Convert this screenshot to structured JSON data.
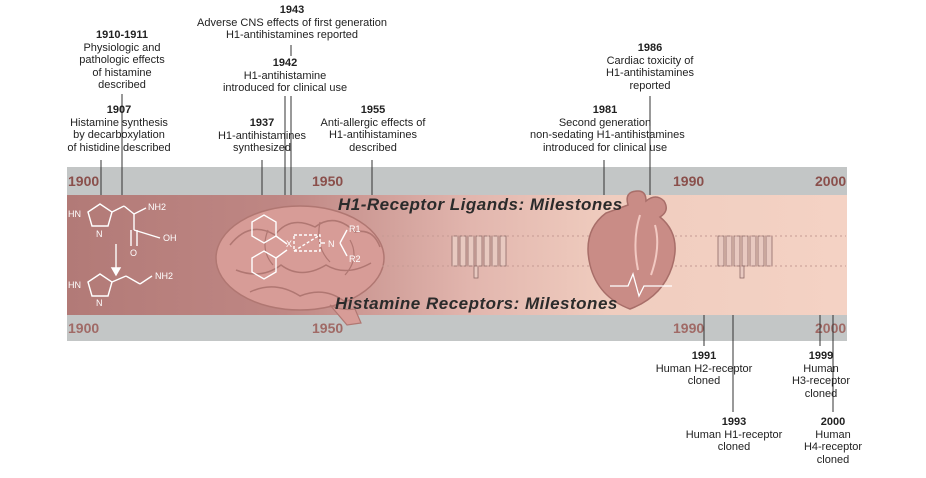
{
  "titles": {
    "ligands": "H1-Receptor Ligands: Milestones",
    "receptors": "Histamine Receptors: Milestones"
  },
  "axis": {
    "top": [
      "1900",
      "1950",
      "1990",
      "2000"
    ],
    "bottom": [
      "1900",
      "1950",
      "1990",
      "2000"
    ]
  },
  "molecules": {
    "histidine": {
      "nh": "HN",
      "n": "N",
      "nh2": "NH2",
      "oh": "OH",
      "o": "O"
    },
    "histamine": {
      "nh": "HN",
      "n": "N",
      "nh2": "NH2"
    },
    "antihistamine": {
      "x": "X",
      "n": "N",
      "r1": "R1",
      "r2": "R2"
    }
  },
  "events_top": [
    {
      "year": "1910-1911",
      "text": "Physiologic and\npathologic effects\nof histamine\ndescribed"
    },
    {
      "year": "1907",
      "text": "Histamine synthesis\nby decarboxylation\nof histidine described"
    },
    {
      "year": "1943",
      "text": "Adverse CNS effects of first generation\nH1-antihistamines reported"
    },
    {
      "year": "1942",
      "text": "H1-antihistamine\nintroduced for clinical use"
    },
    {
      "year": "1937",
      "text": "H1-antihistamines\nsynthesized"
    },
    {
      "year": "1955",
      "text": "Anti-allergic effects of\nH1-antihistamines\ndescribed"
    },
    {
      "year": "1986",
      "text": "Cardiac toxicity of\nH1-antihistamines\nreported"
    },
    {
      "year": "1981",
      "text": "Second generation\nnon-sedating H1-antihistamines\nintroduced for clinical use"
    }
  ],
  "events_bottom": [
    {
      "year": "1991",
      "text": "Human H2-receptor\ncloned"
    },
    {
      "year": "1993",
      "text": "Human H1-receptor\ncloned"
    },
    {
      "year": "1999",
      "text": "Human\nH3-receptor\ncloned"
    },
    {
      "year": "2000",
      "text": "Human\nH4-receptor\ncloned"
    }
  ],
  "colors": {
    "band_gray": "#c3c6c6",
    "band_rose_dark": "#b27a77",
    "band_rose_light": "#f4d2c4",
    "axis_text": "#8a4f4b"
  }
}
